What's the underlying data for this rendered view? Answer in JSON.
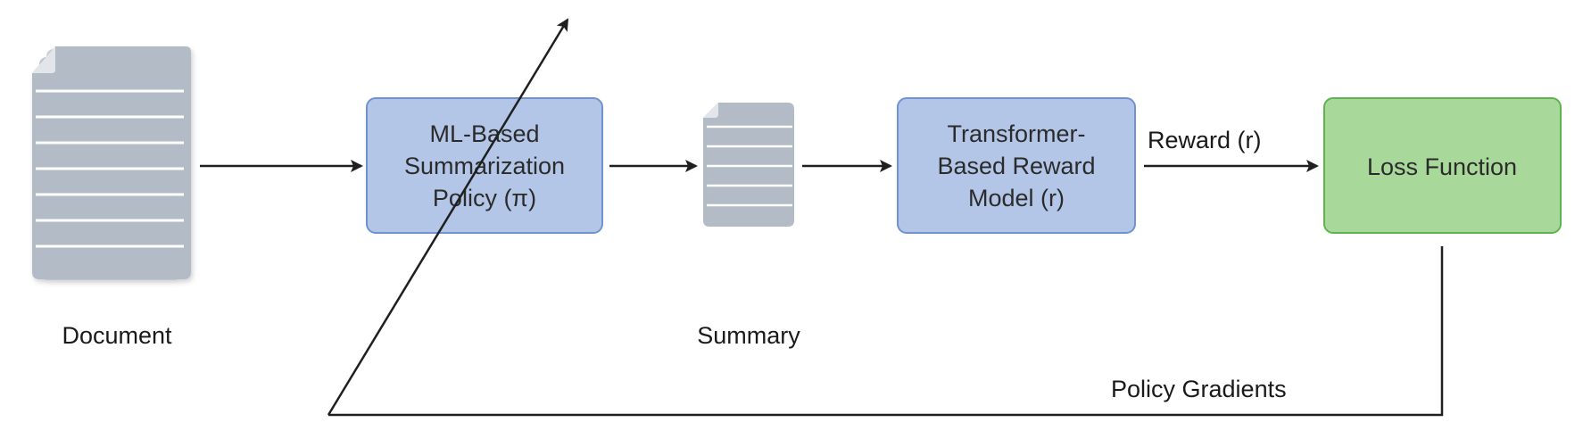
{
  "diagram": {
    "nodes": {
      "document": {
        "label": "Document"
      },
      "policy": {
        "lines": [
          "ML-Based",
          "Summarization",
          "Policy (π)"
        ]
      },
      "summary": {
        "label": "Summary"
      },
      "reward_model": {
        "lines": [
          "Transformer-",
          "Based Reward",
          "Model (r)"
        ]
      },
      "loss": {
        "label": "Loss Function"
      }
    },
    "edges": {
      "reward": {
        "label": "Reward (r)"
      },
      "policy_gradients": {
        "label": "Policy Gradients"
      }
    },
    "colors": {
      "blue_box_fill": "#b3c6e8",
      "blue_box_stroke": "#6f93d1",
      "green_box_fill": "#a8d99a",
      "green_box_stroke": "#5fb34f",
      "doc_page": "#b3bcc6",
      "doc_page_back": "#c7ced6",
      "doc_fold": "#e2e6ea",
      "doc_line": "#ffffff",
      "arrow": "#1f1f1f"
    }
  }
}
